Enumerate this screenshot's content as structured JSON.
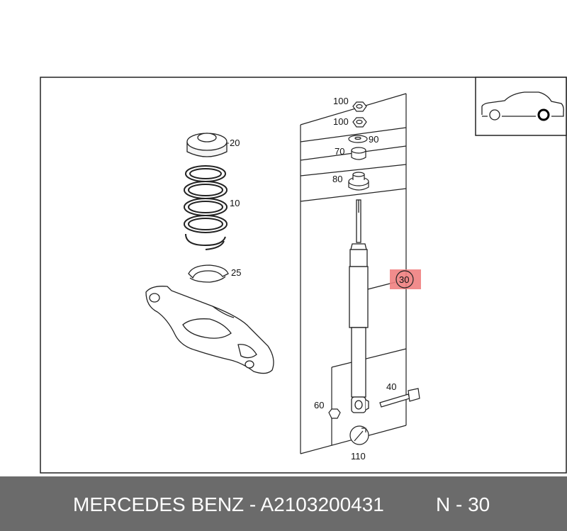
{
  "diagram": {
    "callouts": {
      "spring_pad": "20",
      "coil_spring": "10",
      "spring_seat": "25",
      "nut_upper": "100",
      "nut_lower": "100",
      "washer": "90",
      "bushing": "70",
      "mount": "80",
      "shock_absorber": "30",
      "bolt": "40",
      "nut_bottom": "60",
      "tool": "110"
    },
    "highlight_color": "#f08080"
  },
  "footer": {
    "part_text": "MERCEDES BENZ - A2103200431",
    "position_text": "N - 30",
    "background": "#6b6b6b"
  }
}
